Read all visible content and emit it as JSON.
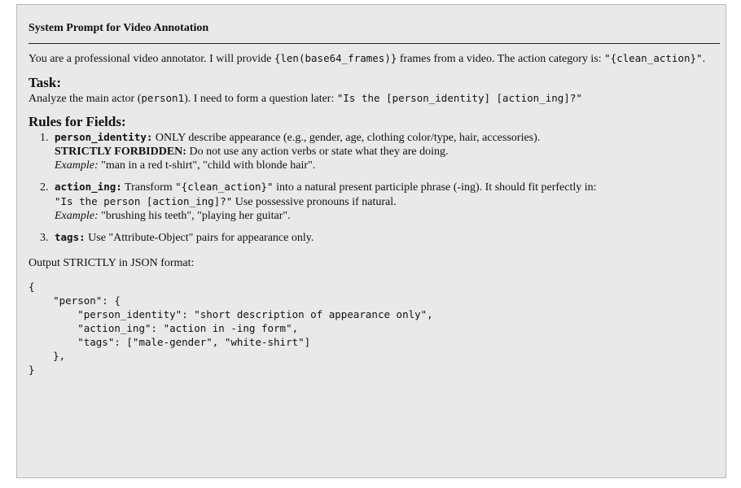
{
  "title": "System Prompt for Video Annotation",
  "intro": {
    "t1": "You are a professional video annotator. I will provide ",
    "code1": "{len(base64_frames)}",
    "t2": " frames from a video. The action category is: ",
    "code2": "\"{clean_action}\"",
    "t3": "."
  },
  "task": {
    "heading": "Task:",
    "t1": "Analyze the main actor (",
    "code1": "person1",
    "t2": "). I need to form a question later: ",
    "code2": "\"Is the [person_identity] [action_ing]?\""
  },
  "rules": {
    "heading": "Rules for Fields:",
    "items": [
      {
        "number": "1.",
        "field": "person_identity:",
        "text": " ONLY describe appearance (e.g., gender, age, clothing color/type, hair, accessories).",
        "forbidden_label": "STRICTLY FORBIDDEN:",
        "forbidden_text": " Do not use any action verbs or state what they are doing.",
        "example_label": "Example:",
        "example_text": " \"man in a red t-shirt\", \"child with blonde hair\"."
      },
      {
        "number": "2.",
        "field": "action_ing:",
        "text1": " Transform ",
        "code1": "\"{clean_action}\"",
        "text2": " into a natural present participle phrase (-ing). It should fit perfectly in: ",
        "code2": "\"Is the person [action_ing]?\"",
        "text3": " Use possessive pronouns if natural.",
        "example_label": "Example:",
        "example_text": " \"brushing his teeth\", \"playing her guitar\"."
      },
      {
        "number": "3.",
        "field": "tags:",
        "text": " Use \"Attribute-Object\" pairs for appearance only."
      }
    ]
  },
  "output_label": "Output STRICTLY in JSON format:",
  "json_block": "{\n    \"person\": {\n        \"person_identity\": \"short description of appearance only\",\n        \"action_ing\": \"action in -ing form\",\n        \"tags\": [\"male-gender\", \"white-shirt\"]\n    },\n}"
}
